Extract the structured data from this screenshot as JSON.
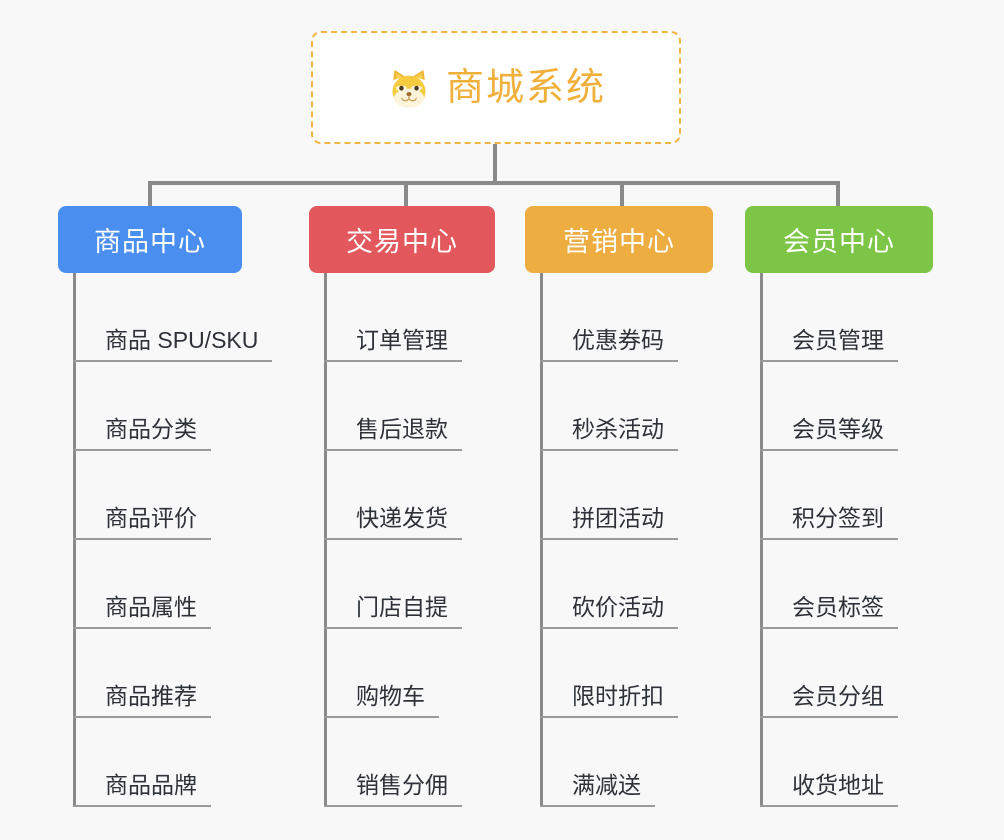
{
  "background_color": "#f8f8f8",
  "root": {
    "title": "商城系统",
    "icon": "shiba-dog-icon",
    "title_color": "#f0b03c",
    "border_color": "#f0b544",
    "background_color": "#ffffff"
  },
  "connector_color": "#8a8a8a",
  "branches": [
    {
      "label": "商品中心",
      "color": "#4a8ff0",
      "items": [
        "商品 SPU/SKU",
        "商品分类",
        "商品评价",
        "商品属性",
        "商品推荐",
        "商品品牌"
      ]
    },
    {
      "label": "交易中心",
      "color": "#e2585c",
      "items": [
        "订单管理",
        "售后退款",
        "快递发货",
        "门店自提",
        "购物车",
        "销售分佣"
      ]
    },
    {
      "label": "营销中心",
      "color": "#edad41",
      "items": [
        "优惠券码",
        "秒杀活动",
        "拼团活动",
        "砍价活动",
        "限时折扣",
        "满减送"
      ]
    },
    {
      "label": "会员中心",
      "color": "#7cc546",
      "items": [
        "会员管理",
        "会员等级",
        "积分签到",
        "会员标签",
        "会员分组",
        "收货地址"
      ]
    }
  ]
}
